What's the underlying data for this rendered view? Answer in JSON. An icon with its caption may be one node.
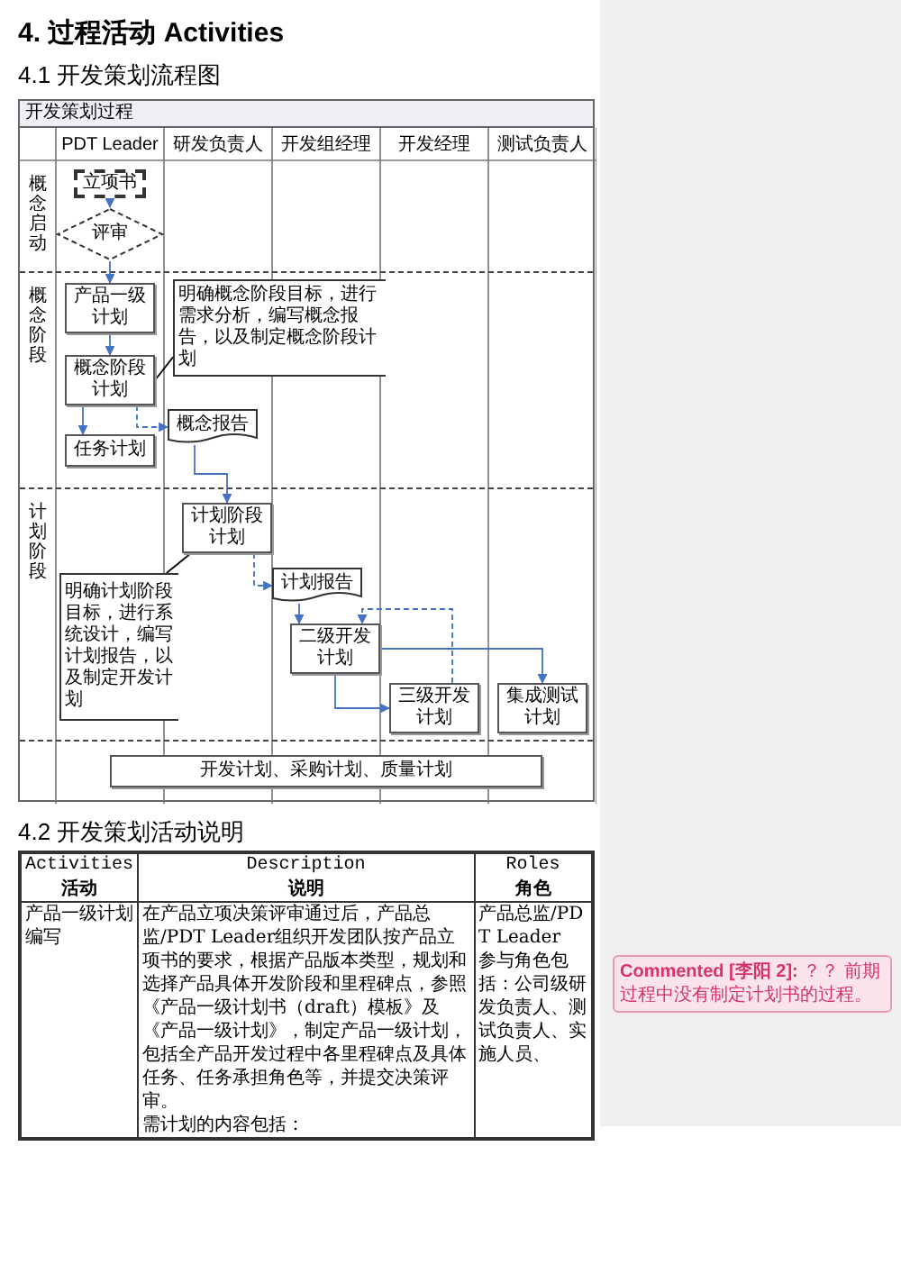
{
  "diagram": {
    "nodes": [
      {
        "text": [
          "开发策划过程"
        ]
      },
      {
        "text": [
          "立项书"
        ],
        "in": 0
      },
      {
        "text": [
          "评审"
        ],
        "in": 0
      },
      {
        "text": [
          "产品一级计划"
        ],
        "in": 0
      },
      {
        "text": [
          "概念阶段计划"
        ],
        "in": 0
      },
      {
        "text": [
          "概念报告"
        ],
        "in": 0
      },
      {
        "text": [
          "任务计划"
        ],
        "in": 0
      },
      {
        "text": [
          "计划阶段计划"
        ],
        "in": 0
      },
      {
        "text": [
          "计划报告"
        ],
        "in": 0
      },
      {
        "text": [
          "二级开发计划"
        ],
        "in": 0
      },
      {
        "text": [
          "三级开发计划"
        ],
        "in": 0
      },
      {
        "text": [
          "集成测试计划"
        ],
        "in": 0
      },
      {
        "text": [
          "开发计划、采购计划、质量计划"
        ],
        "in": 0
      },
      {
        "text": [
          "明确概念阶段目标，进行需求分析，编写概念报告，以及制定概念阶段计划"
        ],
        "in": 0
      },
      {
        "text": [
          "明确计划阶段目标，进行系统设计，编写计划报告，以及制定开发计划"
        ],
        "in": 0
      }
    ],
    "edges": [
      {
        "from": 1,
        "to": 2,
        "arrow": "to"
      },
      {
        "from": 2,
        "to": 3,
        "arrow": "to"
      },
      {
        "from": 3,
        "to": 4,
        "arrow": "to"
      },
      {
        "from": 4,
        "to": 5,
        "arrow": "to",
        "style": "dashed"
      },
      {
        "from": 4,
        "to": 6,
        "arrow": "to"
      },
      {
        "from": 5,
        "to": 7,
        "arrow": "to"
      },
      {
        "from": 7,
        "to": 8,
        "arrow": "to",
        "style": "dashed"
      },
      {
        "from": 8,
        "to": 9,
        "arrow": "to"
      },
      {
        "from": 9,
        "to": 10,
        "arrow": "to"
      },
      {
        "from": 10,
        "to": 9,
        "arrow": "to",
        "style": "dashed"
      },
      {
        "from": 9,
        "to": 11,
        "arrow": "to"
      },
      {
        "from": 13,
        "to": 4,
        "arrow": "none",
        "color": "#000000"
      },
      {
        "from": 14,
        "to": 7,
        "arrow": "none",
        "color": "#000000"
      }
    ],
    "labels": [
      "4. 过程活动 Activities",
      "4.1 开发策划流程图",
      "PDT Leader",
      "研发负责人",
      "开发组经理",
      "开发经理",
      "测试负责人",
      "概念启动",
      "概念阶段",
      "计划阶段",
      "4.2 开发策划活动说明",
      "Activities",
      "活动",
      "Description",
      "说明",
      "Roles",
      "角色",
      "产品一级计划编写",
      "在产品立项决策评审通过后，产品总监/PDT Leader组织开发团队按产品立项书的要求，根据产品版本类型，规划和选择产品具体开发阶段和里程碑点，参照《产品一级计划书（draft）模板》及《产品一级计划》，制定产品一级计划，包括全产品开发过程中各里程碑点及具体任务、任务承担角色等，并提交决策评审。",
      "需计划的内容包括：",
      "产品总监/PDT Leader",
      "参与角色包括：公司级研发负责人、测试负责人、实施人员、",
      "**Commented [李阳 2]:** ？？ 前期过程中没有制定计划书的过程。"
    ]
  }
}
